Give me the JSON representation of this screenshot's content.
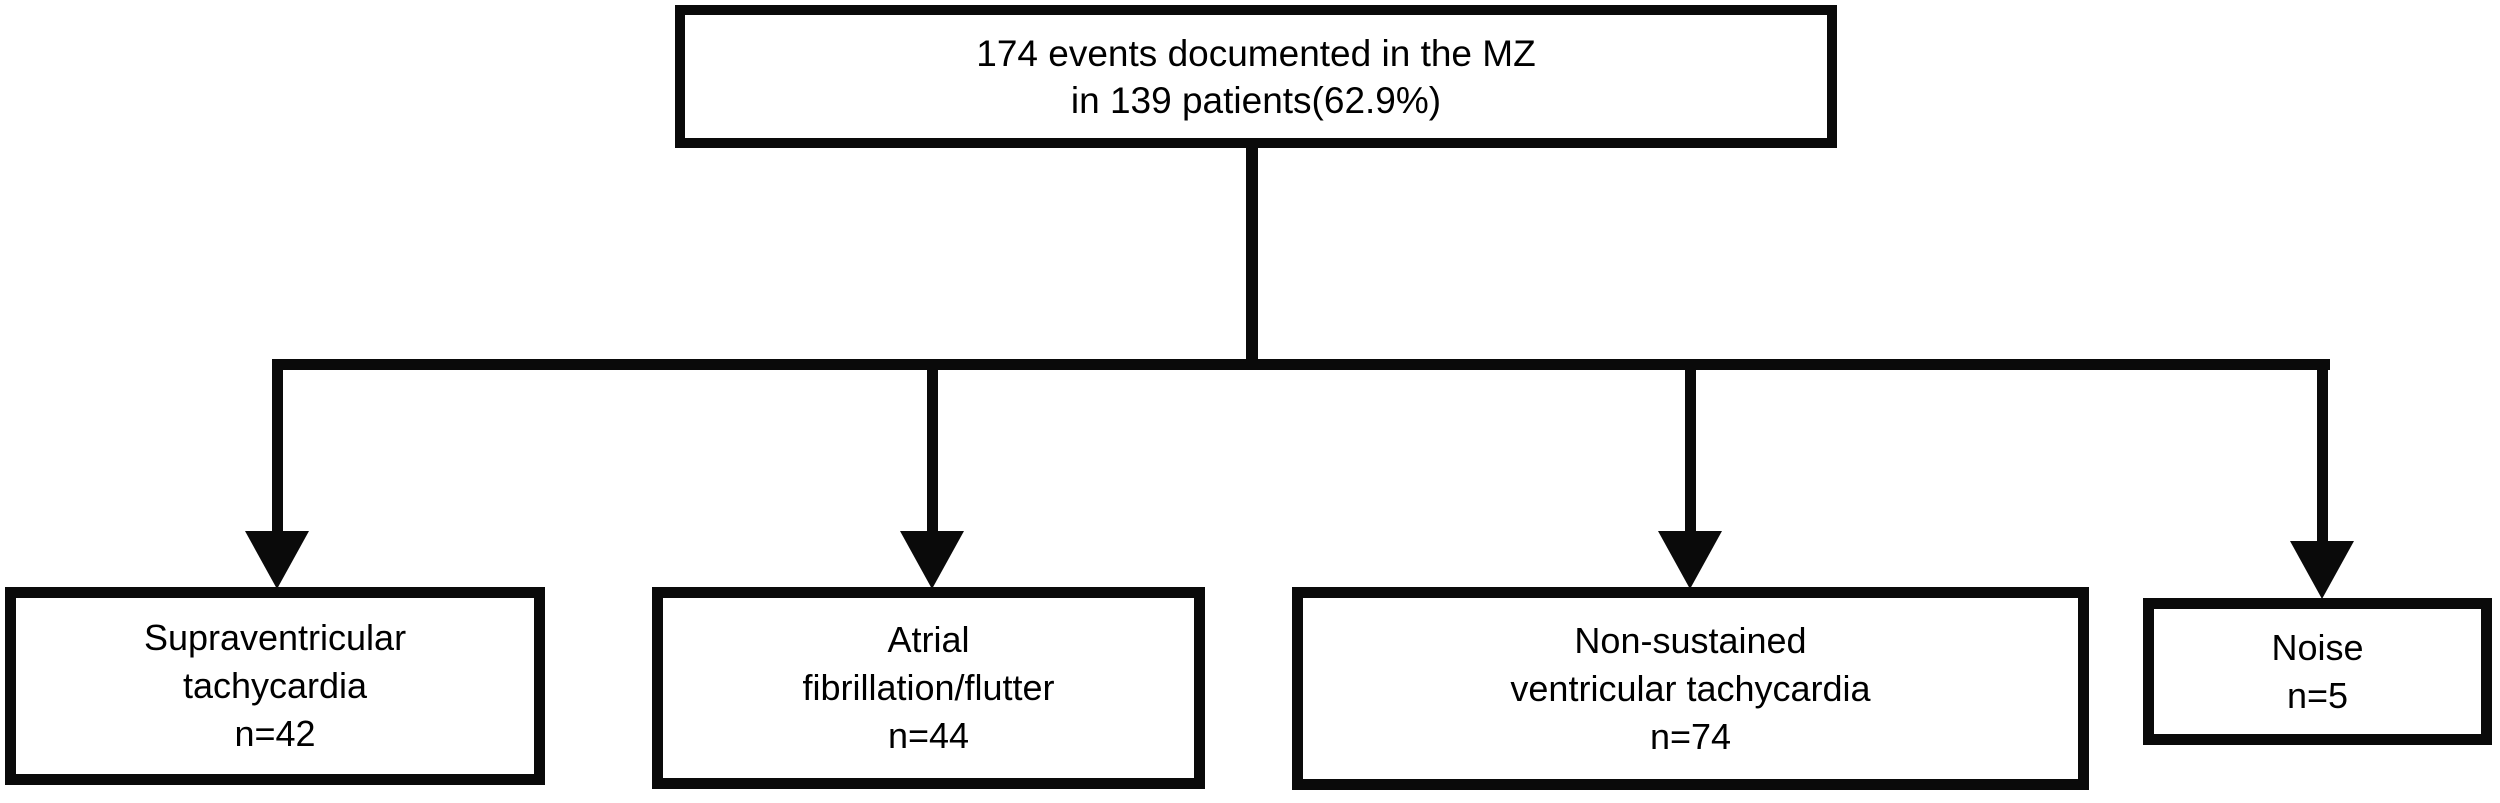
{
  "diagram": {
    "title_hint": "Flowchart of events documented in the monitoring zone (MZ)",
    "colors": {
      "background": "#ffffff",
      "line": "#0a0a0a",
      "text": "#000000"
    },
    "root": {
      "line1": "174 events documented in the MZ",
      "line2": "in 139 patients(62.9%)"
    },
    "children": [
      {
        "id": "supraventricular-tachycardia",
        "lines": [
          "Supraventricular",
          "tachycardia",
          "n=42"
        ],
        "count": 42
      },
      {
        "id": "atrial-fibrillation-flutter",
        "lines": [
          "Atrial",
          "fibrillation/flutter",
          "n=44"
        ],
        "count": 44
      },
      {
        "id": "non-sustained-ventricular-tachycardia",
        "lines": [
          "Non-sustained",
          "ventricular tachycardia",
          "n=74"
        ],
        "count": 74
      },
      {
        "id": "noise",
        "lines": [
          "Noise",
          "n=5"
        ],
        "count": 5
      }
    ]
  }
}
